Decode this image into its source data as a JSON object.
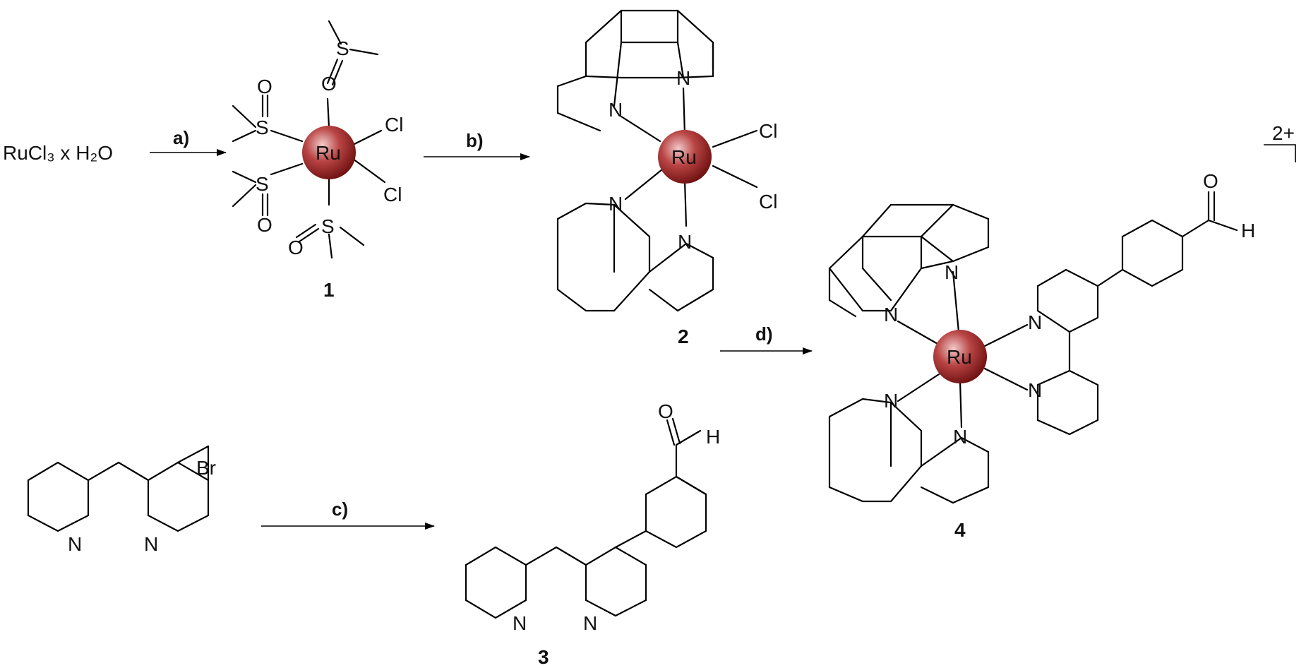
{
  "reagent": {
    "text": "RuCl₃ x H₂O"
  },
  "steps": {
    "a": "a)",
    "b": "b)",
    "c": "c)",
    "d": "d)"
  },
  "compounds": {
    "c1": "1",
    "c2": "2",
    "c3": "3",
    "c4": "4"
  },
  "atoms": {
    "ru": "Ru",
    "cl": "Cl",
    "n": "N",
    "s": "S",
    "o": "O",
    "h": "H",
    "br": "Br"
  },
  "charge": "2+",
  "colors": {
    "ru_sphere_light": "#d98a8a",
    "ru_sphere_dark": "#7a1010",
    "bonds": "#000000"
  }
}
